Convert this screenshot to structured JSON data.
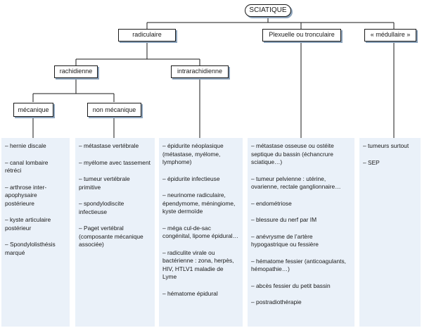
{
  "root": "SCIATIQUE",
  "level1": {
    "radiculaire": "radiculaire",
    "plexuelle": "Plexuelle ou tronculaire",
    "medullaire": "« médullaire »"
  },
  "level2": {
    "rachidienne": "rachidienne",
    "intrarachidienne": "intrarachidienne"
  },
  "level3": {
    "mecanique": "mécanique",
    "non_mecanique": "non mécanique"
  },
  "columns": [
    {
      "id": "mecanique",
      "items": [
        "– hernie discale",
        "– canal lombaire rétréci",
        "– arthrose inter-apophysaire postérieure",
        "– kyste articulaire postérieur",
        "– Spondylolisthésis marqué"
      ]
    },
    {
      "id": "non-mecanique",
      "items": [
        "– métastase vertébrale",
        "– myélome avec tassement",
        "– tumeur vertébrale primitive",
        "– spondylodiscite infectieuse",
        "– Paget vertébral (composante mécanique associée)"
      ]
    },
    {
      "id": "intrarachidienne",
      "items": [
        "– épidurite néoplasique (métastase, myélome, lymphome)",
        "– épidurite infectieuse",
        "– neurinome radiculaire, épendymome, méningiome, kyste dermoïde",
        "– méga cul-de-sac congénital, lipome épidural…",
        "– radiculite virale ou bactérienne : zona, herpès, HIV, HTLV1 maladie de Lyme",
        "– hématome épidural"
      ]
    },
    {
      "id": "plexuelle",
      "items": [
        "– métastase osseuse ou ostéite septique du bassin (échancrure sciatique…)",
        "– tumeur pelvienne : utérine, ovarienne, rectale ganglionnaire…",
        "– endométriose",
        "– blessure du nerf par IM",
        "– anévrysme de l’artère hypogastrique ou fessière",
        "– hématome fessier (anticoagulants, hémopathie…)",
        "– abcès fessier du petit bassin",
        "– postradiothérapie"
      ]
    },
    {
      "id": "medullaire",
      "items": [
        "– tumeurs surtout",
        "– SEP"
      ]
    }
  ]
}
